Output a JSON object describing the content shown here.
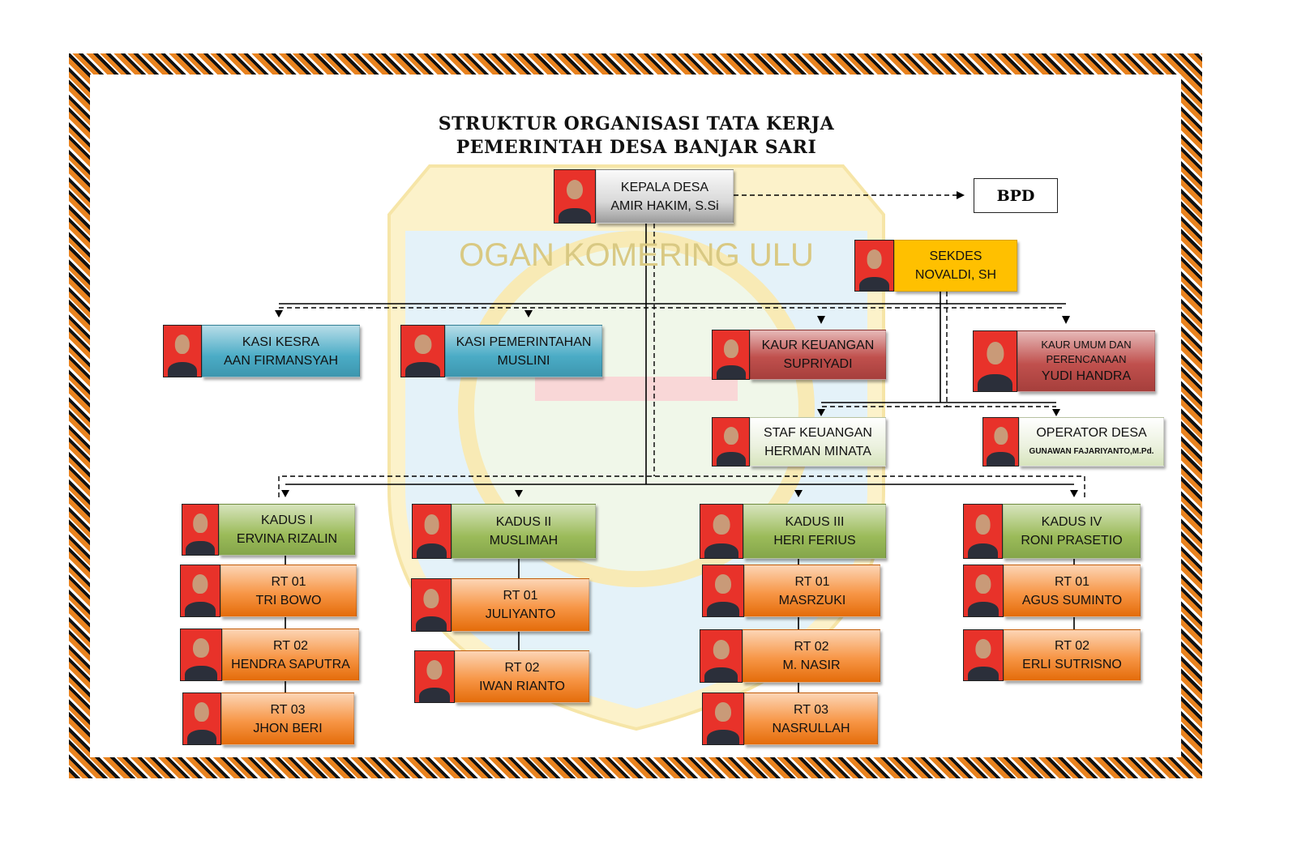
{
  "title": {
    "line1": "STRUKTUR ORGANISASI TATA KERJA",
    "line2": "PEMERINTAH DESA BANJAR SARI"
  },
  "watermark_text": "OGAN KOMERING ULU",
  "bpd": "BPD",
  "nodes": [
    {
      "id": "kades",
      "role": "KEPALA DESA",
      "name": "AMIR HAKIM, S.Si",
      "color": "gray"
    },
    {
      "id": "sekdes",
      "role": "SEKDES",
      "name": "NOVALDI, SH",
      "color": "yellow"
    },
    {
      "id": "kesra",
      "role": "KASI KESRA",
      "name": "AAN FIRMANSYAH",
      "color": "blue"
    },
    {
      "id": "pem",
      "role": "KASI PEMERINTAHAN",
      "name": "MUSLINI",
      "color": "blue"
    },
    {
      "id": "keu",
      "role": "KAUR KEUANGAN",
      "name": "SUPRIYADI",
      "color": "red"
    },
    {
      "id": "umum",
      "role": "KAUR UMUM DAN PERENCANAAN",
      "name": "YUDI HANDRA",
      "color": "red"
    },
    {
      "id": "staf",
      "role": "STAF KEUANGAN",
      "name": "HERMAN MINATA",
      "color": "lgreen"
    },
    {
      "id": "op",
      "role": "OPERATOR DESA",
      "name": "GUNAWAN FAJARIYANTO,M.Pd.",
      "color": "lgreen"
    },
    {
      "id": "k1",
      "role": "KADUS I",
      "name": "ERVINA RIZALIN",
      "color": "green"
    },
    {
      "id": "k2",
      "role": "KADUS II",
      "name": "MUSLIMAH",
      "color": "green"
    },
    {
      "id": "k3",
      "role": "KADUS III",
      "name": "HERI FERIUS",
      "color": "green"
    },
    {
      "id": "k4",
      "role": "KADUS IV",
      "name": "RONI PRASETIO",
      "color": "green"
    },
    {
      "id": "r11",
      "role": "RT 01",
      "name": "TRI BOWO",
      "color": "orange"
    },
    {
      "id": "r12",
      "role": "RT 02",
      "name": "HENDRA SAPUTRA",
      "color": "orange"
    },
    {
      "id": "r13",
      "role": "RT 03",
      "name": "JHON BERI",
      "color": "orange"
    },
    {
      "id": "r21",
      "role": "RT 01",
      "name": "JULIYANTO",
      "color": "orange"
    },
    {
      "id": "r22",
      "role": "RT 02",
      "name": "IWAN RIANTO",
      "color": "orange"
    },
    {
      "id": "r31",
      "role": "RT 01",
      "name": "MASRZUKI",
      "color": "orange"
    },
    {
      "id": "r32",
      "role": "RT 02",
      "name": "M. NASIR",
      "color": "orange"
    },
    {
      "id": "r33",
      "role": "RT 03",
      "name": "NASRULLAH",
      "color": "orange"
    },
    {
      "id": "r41",
      "role": "RT 01",
      "name": "AGUS SUMINTO",
      "color": "orange"
    },
    {
      "id": "r42",
      "role": "RT 02",
      "name": "ERLI SUTRISNO",
      "color": "orange"
    }
  ]
}
